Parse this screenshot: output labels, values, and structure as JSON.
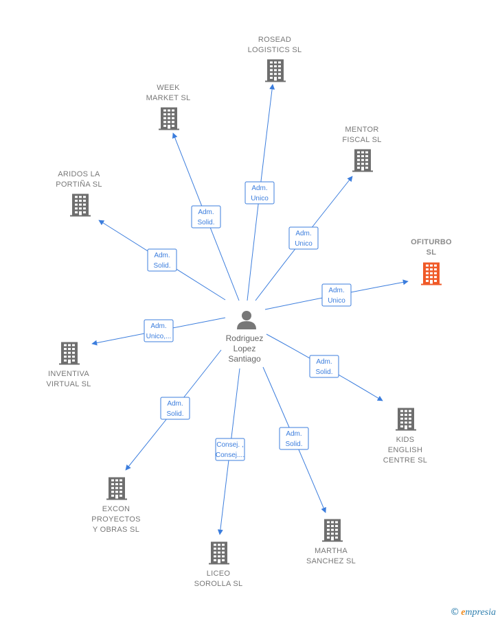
{
  "center": {
    "name_lines": [
      "Rodriguez",
      "Lopez",
      "Santiago"
    ],
    "icon": "person-icon"
  },
  "companies": [
    {
      "id": "rosead",
      "lines": [
        "ROSEAD",
        "LOGISTICS  SL"
      ],
      "icon": "building-icon",
      "color": "#6e6e6e"
    },
    {
      "id": "week",
      "lines": [
        "WEEK",
        "MARKET  SL"
      ],
      "icon": "building-icon",
      "color": "#6e6e6e"
    },
    {
      "id": "mentor",
      "lines": [
        "MENTOR",
        "FISCAL  SL"
      ],
      "icon": "building-icon",
      "color": "#6e6e6e"
    },
    {
      "id": "aridos",
      "lines": [
        "ARIDOS LA",
        "PORTIÑA  SL"
      ],
      "icon": "building-icon",
      "color": "#6e6e6e"
    },
    {
      "id": "ofiturbo",
      "lines": [
        "OFITURBO",
        "SL"
      ],
      "icon": "building-icon",
      "color": "#f05a28",
      "highlight": true
    },
    {
      "id": "inventiva",
      "lines": [
        "INVENTIVA",
        "VIRTUAL SL"
      ],
      "icon": "building-icon",
      "color": "#6e6e6e"
    },
    {
      "id": "kids",
      "lines": [
        "KIDS",
        "ENGLISH",
        "CENTRE  SL"
      ],
      "icon": "building-icon",
      "color": "#6e6e6e"
    },
    {
      "id": "excon",
      "lines": [
        "EXCON",
        "PROYECTOS",
        "Y OBRAS  SL"
      ],
      "icon": "building-icon",
      "color": "#6e6e6e"
    },
    {
      "id": "liceo",
      "lines": [
        "LICEO",
        "SOROLLA SL"
      ],
      "icon": "building-icon",
      "color": "#6e6e6e"
    },
    {
      "id": "martha",
      "lines": [
        "MARTHA",
        "SANCHEZ SL"
      ],
      "icon": "building-icon",
      "color": "#6e6e6e"
    }
  ],
  "edges": [
    {
      "to": "rosead",
      "lines": [
        "Adm.",
        "Unico"
      ]
    },
    {
      "to": "week",
      "lines": [
        "Adm.",
        "Solid."
      ]
    },
    {
      "to": "mentor",
      "lines": [
        "Adm.",
        "Unico"
      ]
    },
    {
      "to": "aridos",
      "lines": [
        "Adm.",
        "Solid."
      ]
    },
    {
      "to": "ofiturbo",
      "lines": [
        "Adm.",
        "Unico"
      ]
    },
    {
      "to": "inventiva",
      "lines": [
        "Adm.",
        "Unico,..."
      ]
    },
    {
      "to": "kids",
      "lines": [
        "Adm.",
        "Solid."
      ]
    },
    {
      "to": "excon",
      "lines": [
        "Adm.",
        "Solid."
      ]
    },
    {
      "to": "liceo",
      "lines": [
        "Consej. ,",
        "Consej...."
      ]
    },
    {
      "to": "martha",
      "lines": [
        "Adm.",
        "Solid."
      ]
    }
  ],
  "brand": {
    "copyright": "©",
    "e": "e",
    "rest": "mpresia"
  },
  "colors": {
    "edge": "#3b7ddd",
    "node": "#6e6e6e",
    "highlight": "#f05a28"
  }
}
